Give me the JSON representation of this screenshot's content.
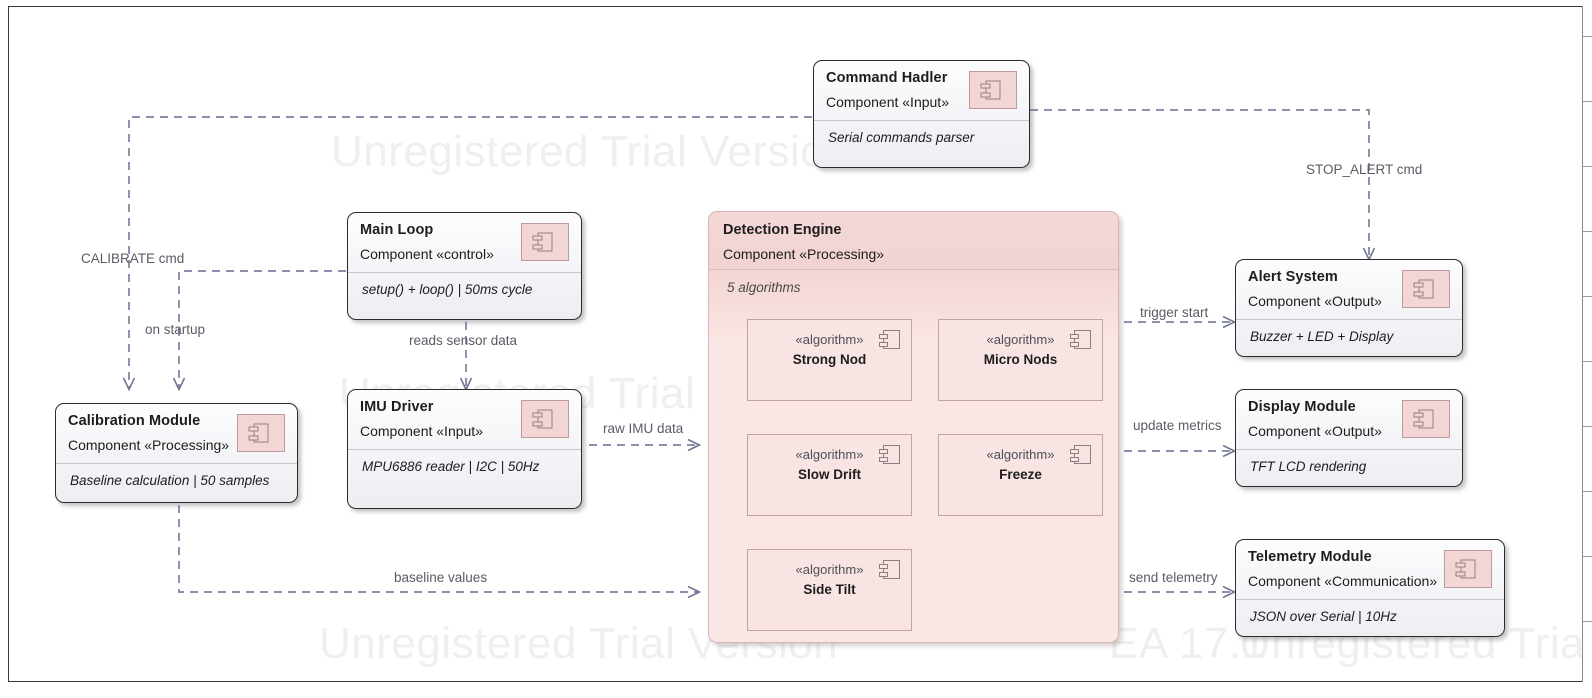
{
  "diagram": {
    "type": "uml-component-diagram",
    "watermark": "Unregistered Trial Version",
    "watermark_suffix": "EA 17.1"
  },
  "components": [
    {
      "id": "command-handler",
      "title": "Command Hadler",
      "stereotype": "Component «Input»",
      "detail": "Serial commands parser",
      "icon": "uml-component-icon"
    },
    {
      "id": "main-loop",
      "title": "Main Loop",
      "stereotype": "Component «control»",
      "detail": "setup() + loop() | 50ms cycle",
      "icon": "uml-component-icon"
    },
    {
      "id": "calibration-module",
      "title": "Calibration Module",
      "stereotype": "Component «Processing»",
      "detail": "Baseline calculation  |  50 samples",
      "icon": "uml-component-icon"
    },
    {
      "id": "imu-driver",
      "title": "IMU Driver",
      "stereotype": "Component «Input»",
      "detail": "MPU6886 reader | I2C | 50Hz",
      "icon": "uml-component-icon"
    },
    {
      "id": "alert-system",
      "title": "Alert System",
      "stereotype": "Component «Output»",
      "detail": "Buzzer + LED + Display",
      "icon": "uml-component-icon"
    },
    {
      "id": "display-module",
      "title": "Display Module",
      "stereotype": "Component «Output»",
      "detail": "TFT LCD rendering",
      "icon": "uml-component-icon"
    },
    {
      "id": "telemetry-module",
      "title": "Telemetry Module",
      "stereotype": "Component «Communication»",
      "detail": "JSON over Serial | 10Hz",
      "icon": "uml-component-icon"
    }
  ],
  "detection_engine": {
    "title": "Detection Engine",
    "stereotype": "Component «Processing»",
    "count_label": "5 algorithms",
    "algorithms": [
      {
        "stereotype": "«algorithm»",
        "name": "Strong Nod"
      },
      {
        "stereotype": "«algorithm»",
        "name": "Micro Nods"
      },
      {
        "stereotype": "«algorithm»",
        "name": "Slow Drift"
      },
      {
        "stereotype": "«algorithm»",
        "name": "Freeze"
      },
      {
        "stereotype": "«algorithm»",
        "name": "Side Tilt"
      }
    ]
  },
  "edges": [
    {
      "id": "calibrate-cmd",
      "label": "CALIBRATE cmd"
    },
    {
      "id": "on-startup",
      "label": "on startup"
    },
    {
      "id": "reads-sensor-data",
      "label": "reads sensor data"
    },
    {
      "id": "raw-imu-data",
      "label": "raw IMU data"
    },
    {
      "id": "baseline-values",
      "label": "baseline values"
    },
    {
      "id": "stop-alert-cmd",
      "label": "STOP_ALERT cmd"
    },
    {
      "id": "trigger-start",
      "label": "trigger start"
    },
    {
      "id": "update-metrics",
      "label": "update metrics"
    },
    {
      "id": "send-telemetry",
      "label": "send telemetry"
    }
  ],
  "colors": {
    "edge": "#7b80a0",
    "component_fill": "#f1f3f6",
    "component_border": "#2b2b2b",
    "engine_fill": "#fae6e4",
    "engine_border": "#d9b5b5",
    "algo_fill": "#f8e4e2",
    "icon_fill": "#f2d6d6",
    "label_text": "#5b5b66"
  }
}
